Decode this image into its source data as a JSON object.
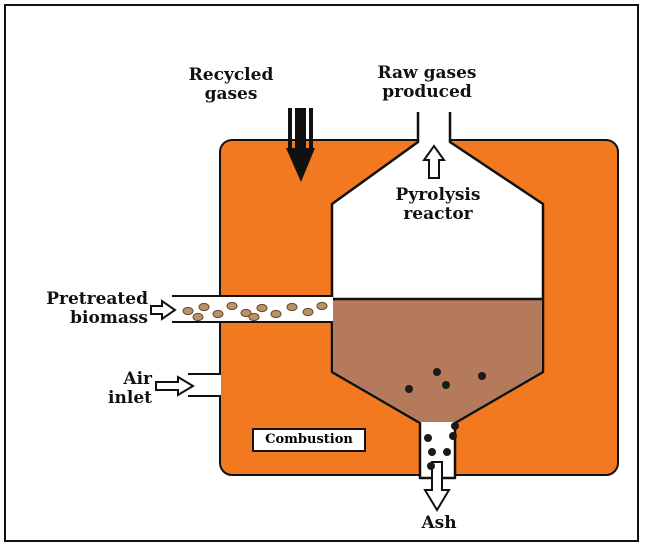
{
  "labels": {
    "recycled_gases": "Recycled\ngases",
    "raw_gases": "Raw gases\nproduced",
    "pyrolysis_reactor": "Pyrolysis\nreactor",
    "pretreated_biomass": "Pretreated\nbiomass",
    "air_inlet": "Air\ninlet",
    "combustion": "Combustion",
    "ash": "Ash"
  },
  "colors": {
    "combustion_chamber": "#F2791F",
    "biomass_bed": "#B5795C",
    "biomass_pellet": "#B9926A",
    "char_particle": "#1A1A1A",
    "outline": "#111111"
  }
}
